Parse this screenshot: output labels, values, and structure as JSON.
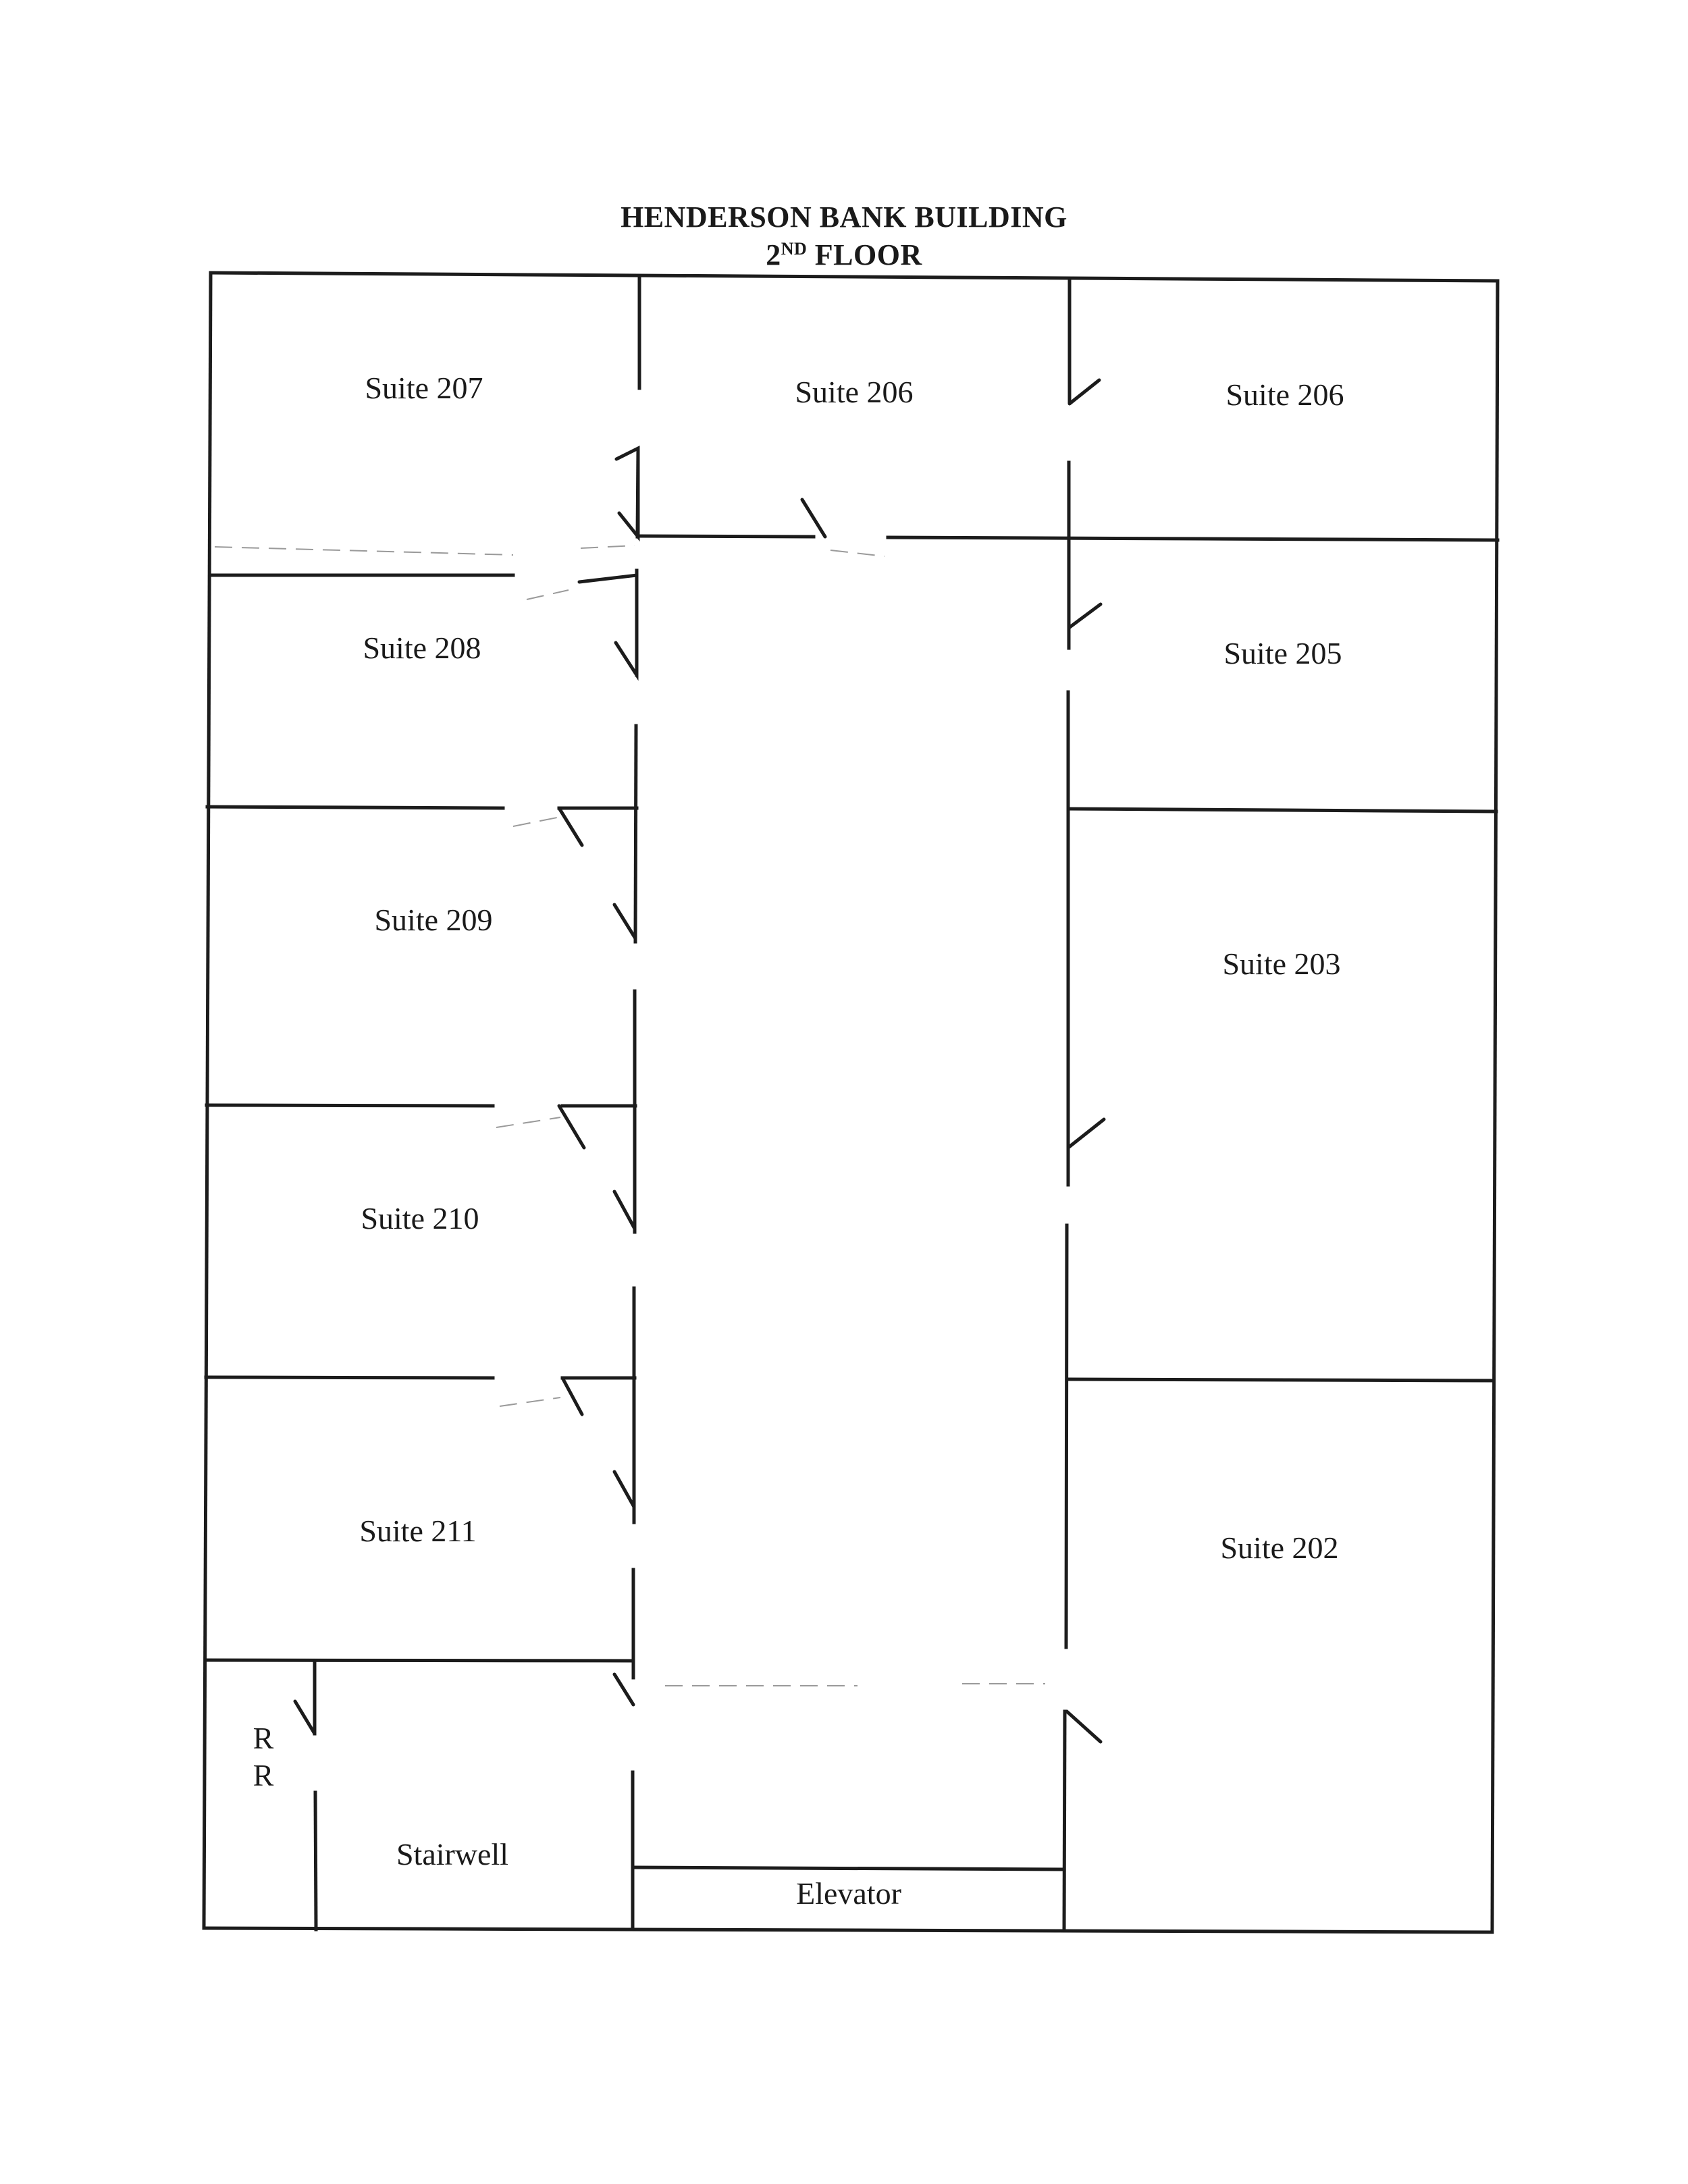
{
  "title": {
    "line1": "HENDERSON BANK BUILDING",
    "floor_number": "2",
    "floor_suffix": "ND",
    "floor_word": "FLOOR"
  },
  "rooms": {
    "suite_207": "Suite 207",
    "suite_206_center": "Suite 206",
    "suite_206_right": "Suite 206",
    "suite_208": "Suite 208",
    "suite_205": "Suite 205",
    "suite_209": "Suite 209",
    "suite_203": "Suite 203",
    "suite_210": "Suite 210",
    "suite_211": "Suite 211",
    "suite_202": "Suite 202",
    "restroom_r1": "R",
    "restroom_r2": "R",
    "stairwell": "Stairwell",
    "elevator": "Elevator"
  }
}
